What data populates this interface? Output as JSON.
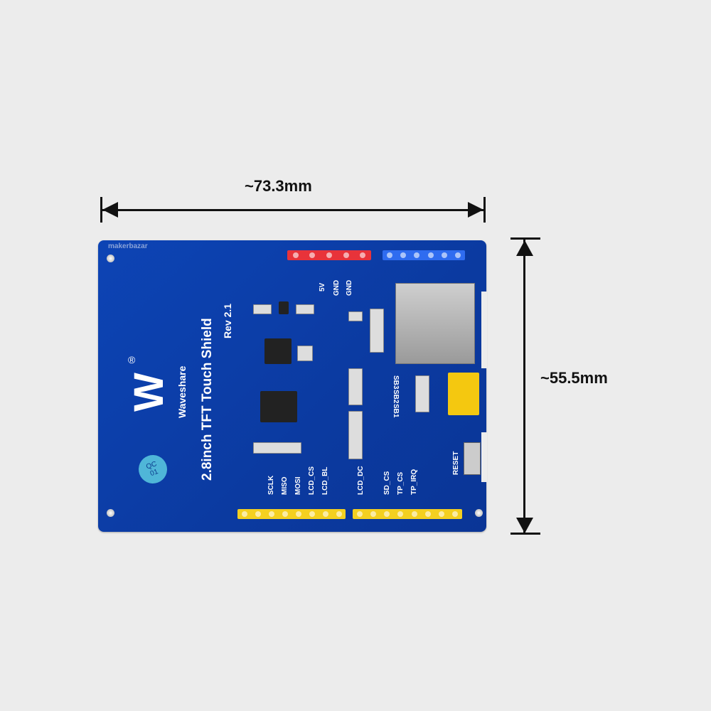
{
  "dimensions": {
    "width_label": "~73.3mm",
    "height_label": "~55.5mm"
  },
  "board": {
    "title": "2.8inch TFT Touch Shield",
    "revision": "Rev 2.1",
    "brand": "Waveshare",
    "watermark": "makerbazar",
    "qc_sticker": [
      "QC",
      "01"
    ],
    "power_pins": [
      "5V",
      "GND",
      "GND"
    ],
    "signal_pins": [
      "SCLK",
      "MISO",
      "MOSI",
      "LCD_CS",
      "LCD_BL",
      "LCD_DC",
      "SD_CS",
      "TP_CS",
      "TP_IRQ"
    ],
    "solder_bridges": [
      "SB3",
      "SB2",
      "SB1"
    ],
    "reset_label": "RESET",
    "colors": {
      "pcb": "#0c3ea8",
      "background": "#ececec",
      "header_red": "#e8333a",
      "header_blue": "#2f6cf0",
      "header_yellow": "#f4d020"
    }
  }
}
